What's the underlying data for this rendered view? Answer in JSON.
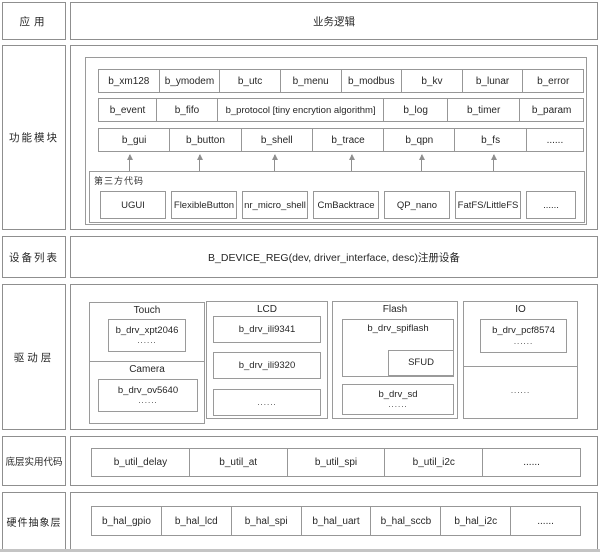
{
  "colors": {
    "border": "#8f8f8f",
    "text": "#262626",
    "background": "#ffffff"
  },
  "app": {
    "label": "应用",
    "content": "业务逻辑"
  },
  "modules": {
    "label": "功能模块",
    "row1": [
      "b_xm128",
      "b_ymodem",
      "b_utc",
      "b_menu",
      "b_modbus",
      "b_kv",
      "b_lunar",
      "b_error"
    ],
    "row2": [
      "b_event",
      "b_fifo",
      "b_protocol [tiny encrytion algorithm]",
      "b_log",
      "b_timer",
      "b_param"
    ],
    "row3": [
      "b_gui",
      "b_button",
      "b_shell",
      "b_trace",
      "b_qpn",
      "b_fs",
      "......"
    ],
    "third_party": {
      "label": "第三方代码",
      "items": [
        "UGUI",
        "FlexibleButton",
        "nr_micro_shell",
        "CmBacktrace",
        "QP_nano",
        "FatFS/LittleFS",
        "......"
      ]
    }
  },
  "devices": {
    "label": "设备列表",
    "content": "B_DEVICE_REG(dev, driver_interface, desc)注册设备"
  },
  "drivers": {
    "label": "驱动层",
    "touch": {
      "title": "Touch",
      "chip": "b_drv_xpt2046",
      "more": "......"
    },
    "camera": {
      "title": "Camera",
      "chip": "b_drv_ov5640",
      "more": "......"
    },
    "lcd": {
      "title": "LCD",
      "chip1": "b_drv_ili9341",
      "chip2": "b_drv_ili9320",
      "more": "......"
    },
    "flash": {
      "title": "Flash",
      "chip1": "b_drv_spiflash",
      "nested": "SFUD",
      "chip2": "b_drv_sd",
      "more": "......"
    },
    "io": {
      "title": "IO",
      "chip": "b_drv_pcf8574",
      "more": "......",
      "more2": "......"
    }
  },
  "utils": {
    "label": "底层实用代码",
    "items": [
      "b_util_delay",
      "b_util_at",
      "b_util_spi",
      "b_util_i2c",
      "......"
    ]
  },
  "hal": {
    "label": "硬件抽象层",
    "items": [
      "b_hal_gpio",
      "b_hal_lcd",
      "b_hal_spi",
      "b_hal_uart",
      "b_hal_sccb",
      "b_hal_i2c",
      "......"
    ]
  }
}
